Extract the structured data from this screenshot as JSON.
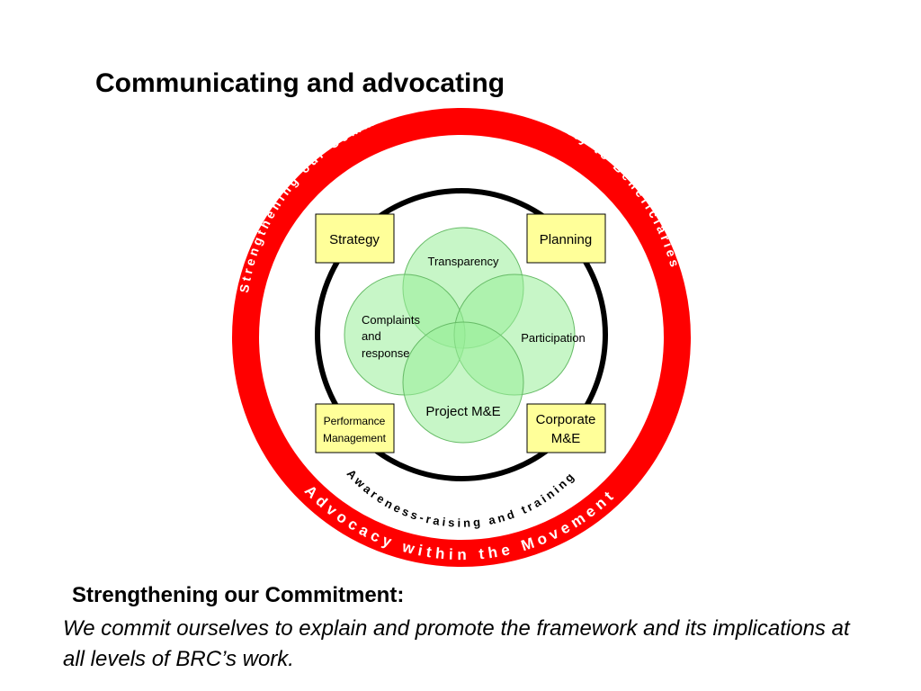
{
  "title": "Communicating and advocating",
  "diagram": {
    "outer_ring": {
      "top_text": "Strengthening our Commitment to Accountability to Beneficiaries",
      "bottom_text": "Advocacy within the Movement",
      "color": "#ff0000"
    },
    "inner_ring": {
      "bottom_text": "Awareness-raising and training",
      "color": "#000000"
    },
    "boxes": {
      "strategy": "Strategy",
      "planning": "Planning",
      "performance_line1": "Performance",
      "performance_line2": "Management",
      "corporate_line1": "Corporate",
      "corporate_line2": "M&E",
      "fill": "#ffff99"
    },
    "circles": {
      "transparency": "Transparency",
      "participation": "Participation",
      "complaints_line1": "Complaints",
      "complaints_line2": "and",
      "complaints_line3": "response",
      "project_me": "Project M&E",
      "fill": "#99ee99"
    }
  },
  "caption": {
    "heading": "Strengthening our Commitment:",
    "body": "We commit ourselves to explain and promote the framework and its implications at all levels of BRC’s work."
  }
}
